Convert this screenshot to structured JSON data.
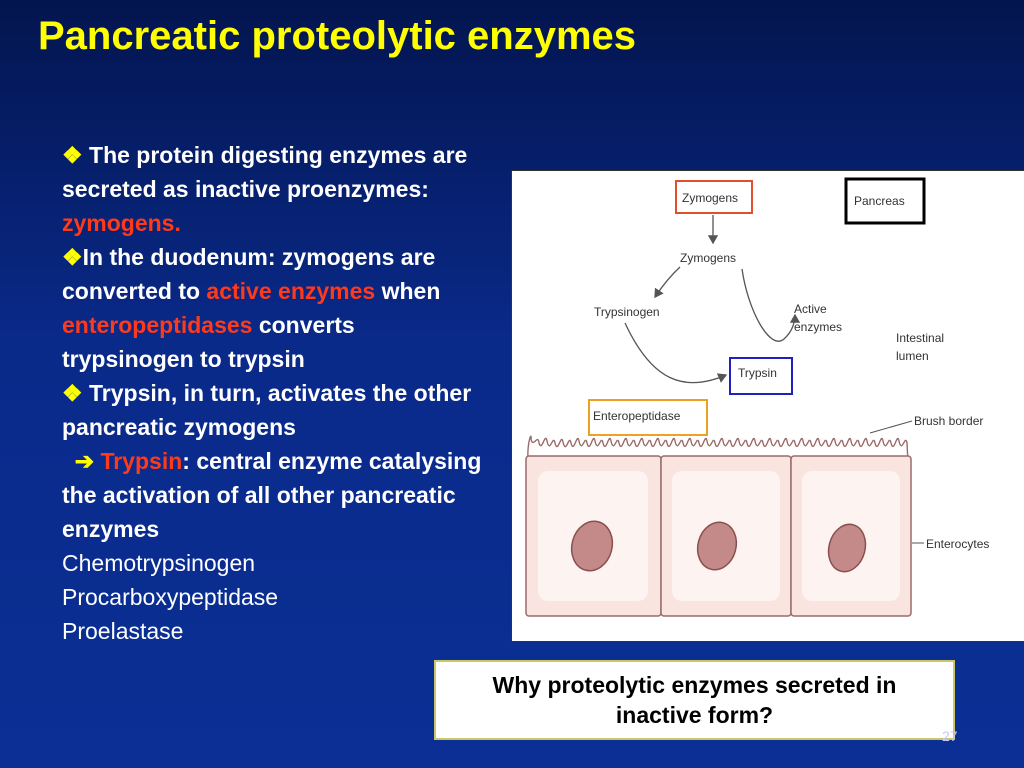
{
  "slide": {
    "title": "Pancreatic proteolytic enzymes",
    "page_number": "27"
  },
  "bullets": {
    "b1_text": "The protein digesting enzymes are secreted as inactive proenzymes:",
    "b1_red": "zymogens.",
    "b2_text_a": "In the duodenum: zymogens are converted to",
    "b2_red_a": "active enzymes",
    "b2_text_b": "when",
    "b2_red_b": "enteropeptidases",
    "b2_text_c": "converts trypsinogen to trypsin",
    "b3_text": "Trypsin, in turn, activates the other pancreatic zymogens",
    "b4_red": "Trypsin",
    "b4_text": ": central enzyme catalysing the activation of all other pancreatic enzymes",
    "list": [
      "Chemotrypsinogen",
      "Procarboxypeptidase",
      "Proelastase"
    ]
  },
  "figure": {
    "labels": {
      "zymogens_box": "Zymogens",
      "pancreas": "Pancreas",
      "zymogens": "Zymogens",
      "trypsinogen": "Trypsinogen",
      "active_1": "Active",
      "active_2": "enzymes",
      "intestinal_1": "Intestinal",
      "intestinal_2": "lumen",
      "trypsin": "Trypsin",
      "enteropeptidase": "Enteropeptidase",
      "brush_border": "Brush border",
      "enterocytes": "Enterocytes"
    },
    "colors": {
      "zymogens_box": "#e05030",
      "pancreas_box": "#000000",
      "trypsin_box": "#2020c0",
      "enteropeptidase_box": "#f0a020",
      "cell_fill": "#f9e4e0",
      "cell_inner": "#fdf3f0",
      "nucleus": "#b07070"
    }
  },
  "question": {
    "line1": "Why proteolytic enzymes secreted in",
    "line2": "inactive form?"
  }
}
